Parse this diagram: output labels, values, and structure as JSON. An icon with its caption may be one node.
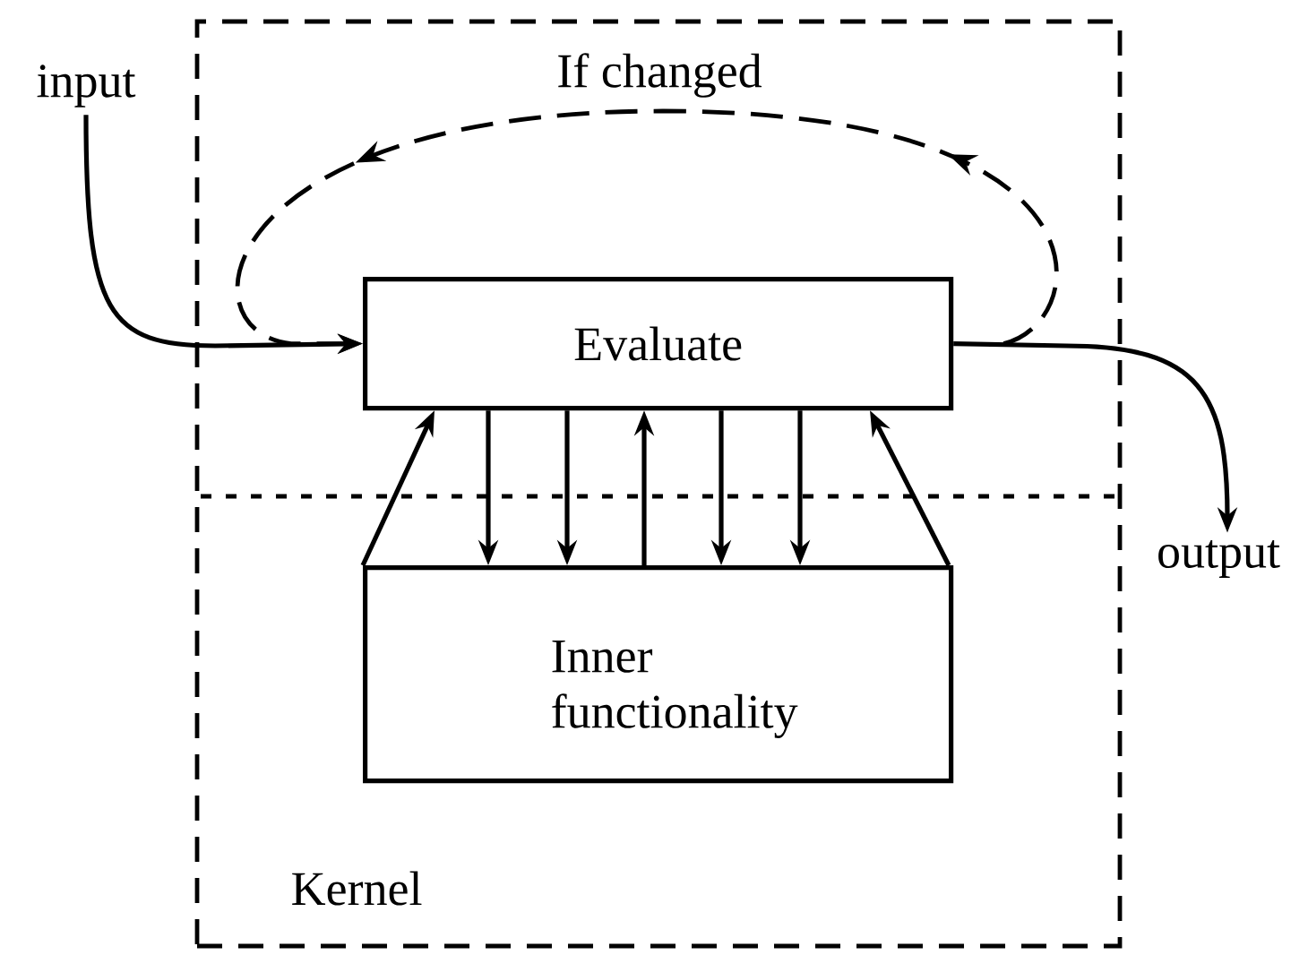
{
  "diagram": {
    "nodes": [
      {
        "text": [
          "Kernel"
        ]
      },
      {
        "text": [
          "Evaluate"
        ],
        "in": 0
      },
      {
        "text": [
          "Inner functionality"
        ],
        "in": 0
      },
      {
        "text": [
          "input"
        ]
      },
      {
        "text": [
          "output"
        ]
      }
    ],
    "edges": [
      {
        "from": 3,
        "to": 1,
        "arrow": "to"
      },
      {
        "from": 1,
        "to": 4,
        "arrow": "to"
      },
      {
        "from": 1,
        "to": 1,
        "arrow": "to",
        "style": "dashed",
        "label": "If changed"
      },
      {
        "from": 2,
        "to": 1,
        "arrow": "to"
      },
      {
        "from": 1,
        "to": 2,
        "arrow": "to"
      },
      {
        "from": 1,
        "to": 2,
        "arrow": "to"
      },
      {
        "from": 2,
        "to": 1,
        "arrow": "to"
      },
      {
        "from": 1,
        "to": 2,
        "arrow": "to"
      },
      {
        "from": 1,
        "to": 2,
        "arrow": "to"
      },
      {
        "from": 2,
        "to": 1,
        "arrow": "to"
      }
    ]
  }
}
